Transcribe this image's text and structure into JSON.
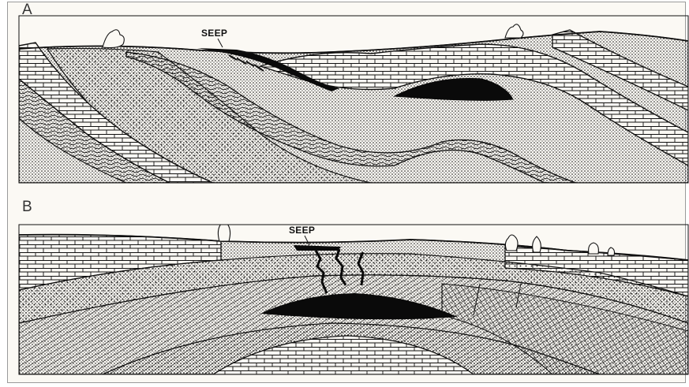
{
  "panels": [
    {
      "letter": "A",
      "label": "SEEP"
    },
    {
      "letter": "B",
      "label": "SEEP"
    }
  ],
  "colors": {
    "ink": "#111111",
    "paper": "#fbf9f4",
    "frame": "#9a9a9a",
    "oil": "#0a0a0a"
  }
}
